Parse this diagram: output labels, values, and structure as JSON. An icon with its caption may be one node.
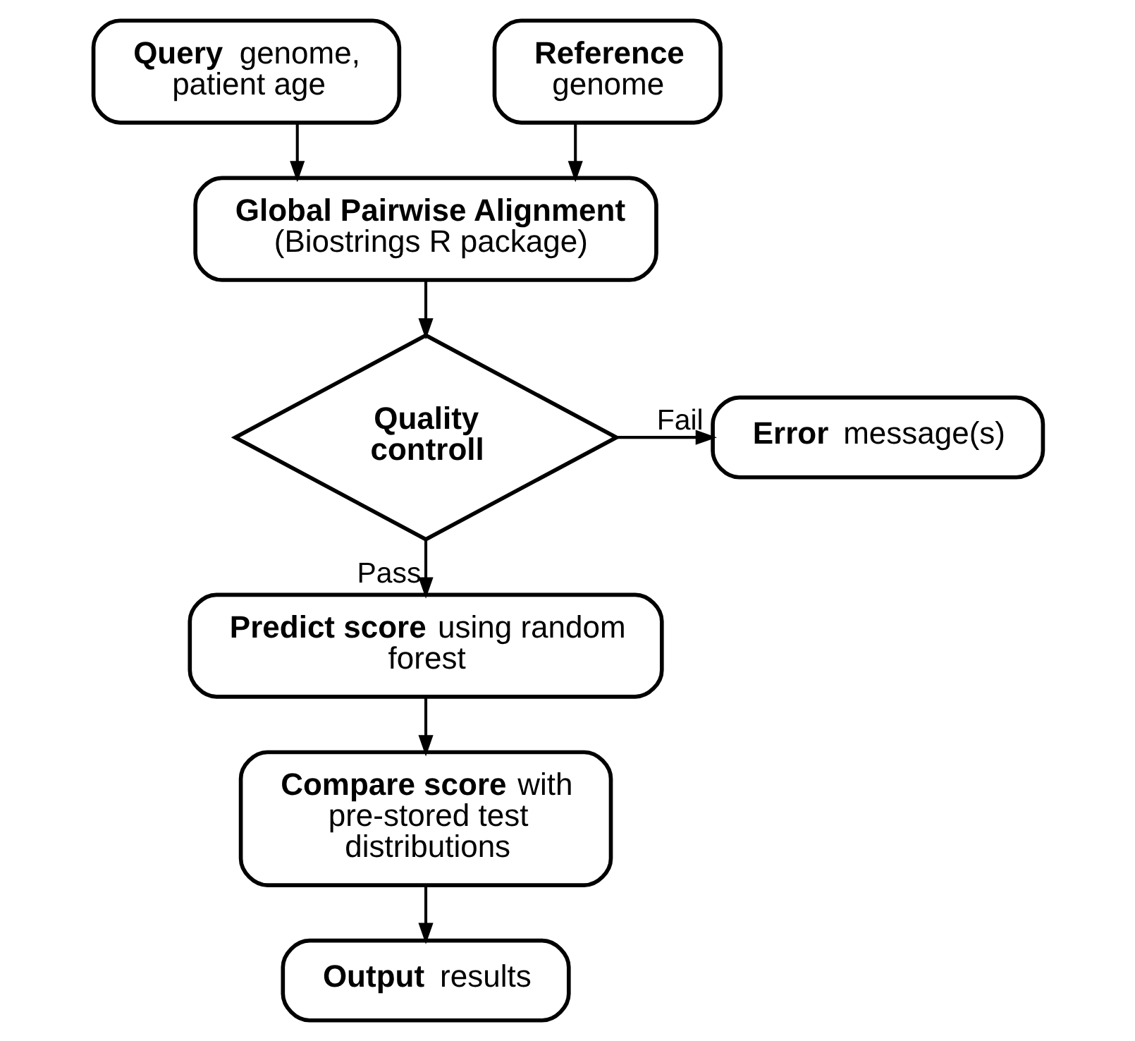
{
  "diagram": {
    "nodes": [
      {
        "text": [
          "**Query** genome, patient age"
        ]
      },
      {
        "text": [
          "**Reference** genome"
        ]
      },
      {
        "text": [
          "**Global Pairwise Alignment** (Biostrings R package)"
        ]
      },
      {
        "text": [
          "Quality controll"
        ]
      },
      {
        "text": [
          "**Error** message(s)"
        ]
      },
      {
        "text": [
          "**Predict score** using random forest"
        ]
      },
      {
        "text": [
          "**Compare score** with pre-stored test distributions"
        ]
      },
      {
        "text": [
          "**Output** results"
        ]
      }
    ],
    "edges": [
      {
        "from": 0,
        "to": 2,
        "arrow": "to"
      },
      {
        "from": 1,
        "to": 2,
        "arrow": "to"
      },
      {
        "from": 2,
        "to": 3,
        "arrow": "to"
      },
      {
        "from": 3,
        "to": 4,
        "label": "Fail",
        "arrow": "to"
      },
      {
        "from": 3,
        "to": 5,
        "label": "Pass",
        "arrow": "to"
      },
      {
        "from": 5,
        "to": 6,
        "arrow": "to"
      },
      {
        "from": 6,
        "to": 7,
        "arrow": "to"
      }
    ]
  }
}
